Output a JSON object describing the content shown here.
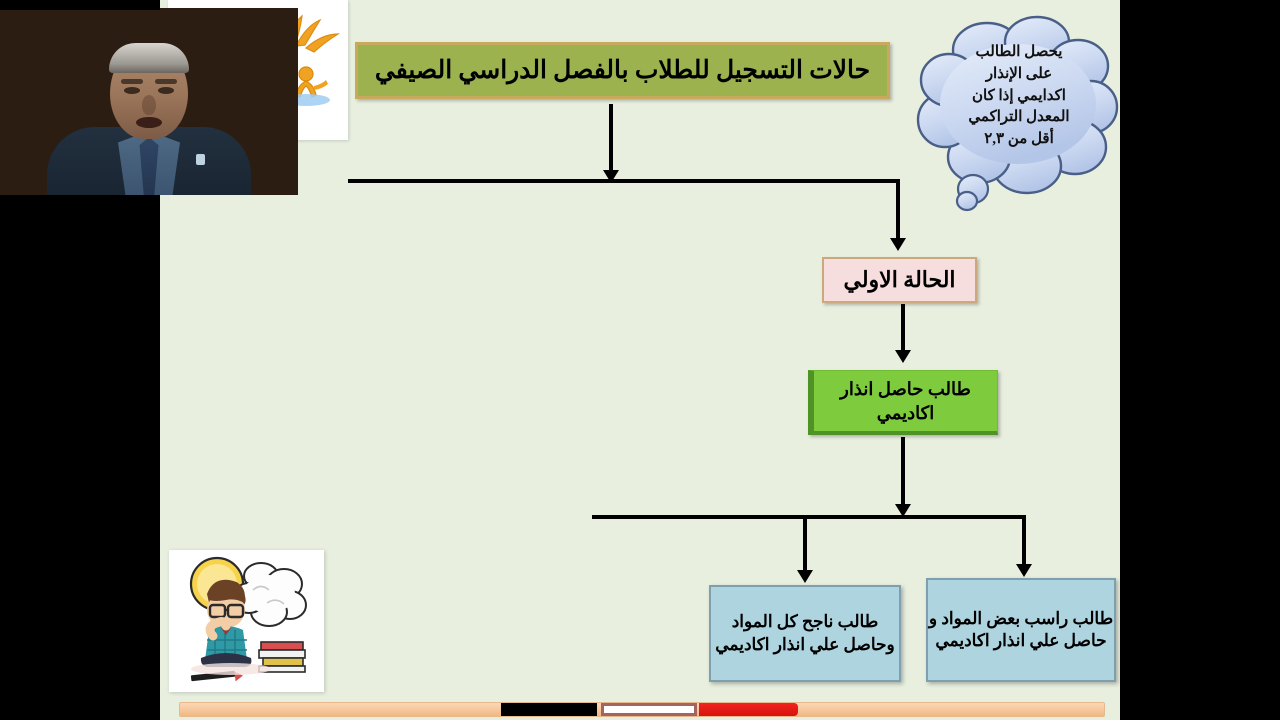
{
  "slide": {
    "background_color": "#E8EFDF",
    "title": {
      "text": "حالات التسجيل للطلاب بالفصل الدراسي الصيفي",
      "fill_color": "#9CB24F",
      "border_color": "#C9A95E"
    },
    "thought_bubble": {
      "lines": [
        "يحصل الطالب",
        "على الإنذار",
        "اكدايمي إذا كان",
        "المعدل التراكمي",
        "أقل من ٢,٣"
      ],
      "full_text": "يحصل الطالب على الإنذار اكدايمي إذا كان المعدل التراكمي أقل من ٢,٣",
      "fill_color": "#C6D4EE",
      "border_color": "#4A5F87"
    },
    "nodes": [
      {
        "id": "case-one",
        "text": "الحالة الاولي",
        "fill_color": "#F6DEDE",
        "border_color": "#CDA87C"
      },
      {
        "id": "student-with-warning",
        "text": "طالب حاصل انذار اكاديمي",
        "fill_color": "#7ECB3E",
        "border_color": "#4F9327"
      },
      {
        "id": "passed-all-subjects",
        "text": "طالب ناجح كل المواد وحاصل علي انذار اكاديمي",
        "fill_color": "#AED4E0",
        "border_color": "#7E9FAE"
      },
      {
        "id": "failed-some-subjects",
        "text": "طالب راسب بعض المواد و حاصل علي انذار اكاديمي",
        "fill_color": "#AED4E0",
        "border_color": "#7E9FAE"
      }
    ],
    "clipart": {
      "thinking_boy": "thinking-boy-with-books-icon",
      "orange_figure": "orange-splash-figure-icon"
    }
  },
  "webcam": {
    "label": "presenter-video",
    "description": "presenter"
  },
  "progress_bar": {
    "track_color": "#F6C79B",
    "segments": [
      {
        "name": "black-marker",
        "color": "#000000"
      },
      {
        "name": "white-marker",
        "color": "#FFFFFF"
      },
      {
        "name": "red-marker",
        "color": "#E6201A"
      }
    ]
  }
}
